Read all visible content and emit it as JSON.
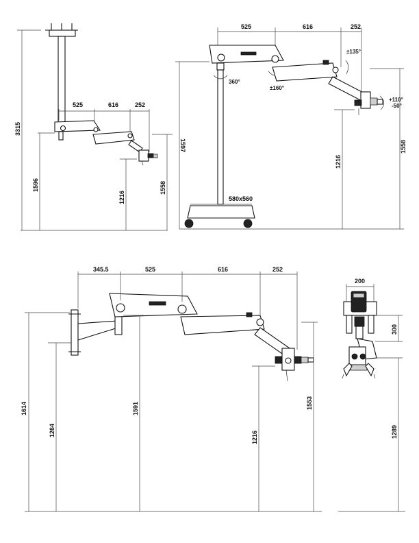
{
  "views": {
    "ceiling": {
      "total_height": "3315",
      "arm_top_height": "1596",
      "optics_height": "1216",
      "arm_end_height": "1558",
      "arm_lengths": [
        "525",
        "616",
        "252"
      ]
    },
    "floor_stand": {
      "arm_lengths": [
        "525",
        "616",
        "252"
      ],
      "rot_135": "±135°",
      "rot_360": "360°",
      "rot_160": "±160°",
      "tilt_up": "+110°",
      "tilt_down": "-50°",
      "column_height": "1597",
      "optics_height": "1216",
      "arm_end_height": "1558",
      "base_size": "580x560"
    },
    "wall_mount": {
      "arm_lengths": [
        "345.5",
        "525",
        "616",
        "252"
      ],
      "bracket_height": "1614",
      "mount_height": "1264",
      "arm_top_height": "1591",
      "optics_height": "1216",
      "arm_end_height": "1553"
    },
    "front_view": {
      "width": "200",
      "head_height": "300",
      "optics_height": "1289"
    }
  }
}
